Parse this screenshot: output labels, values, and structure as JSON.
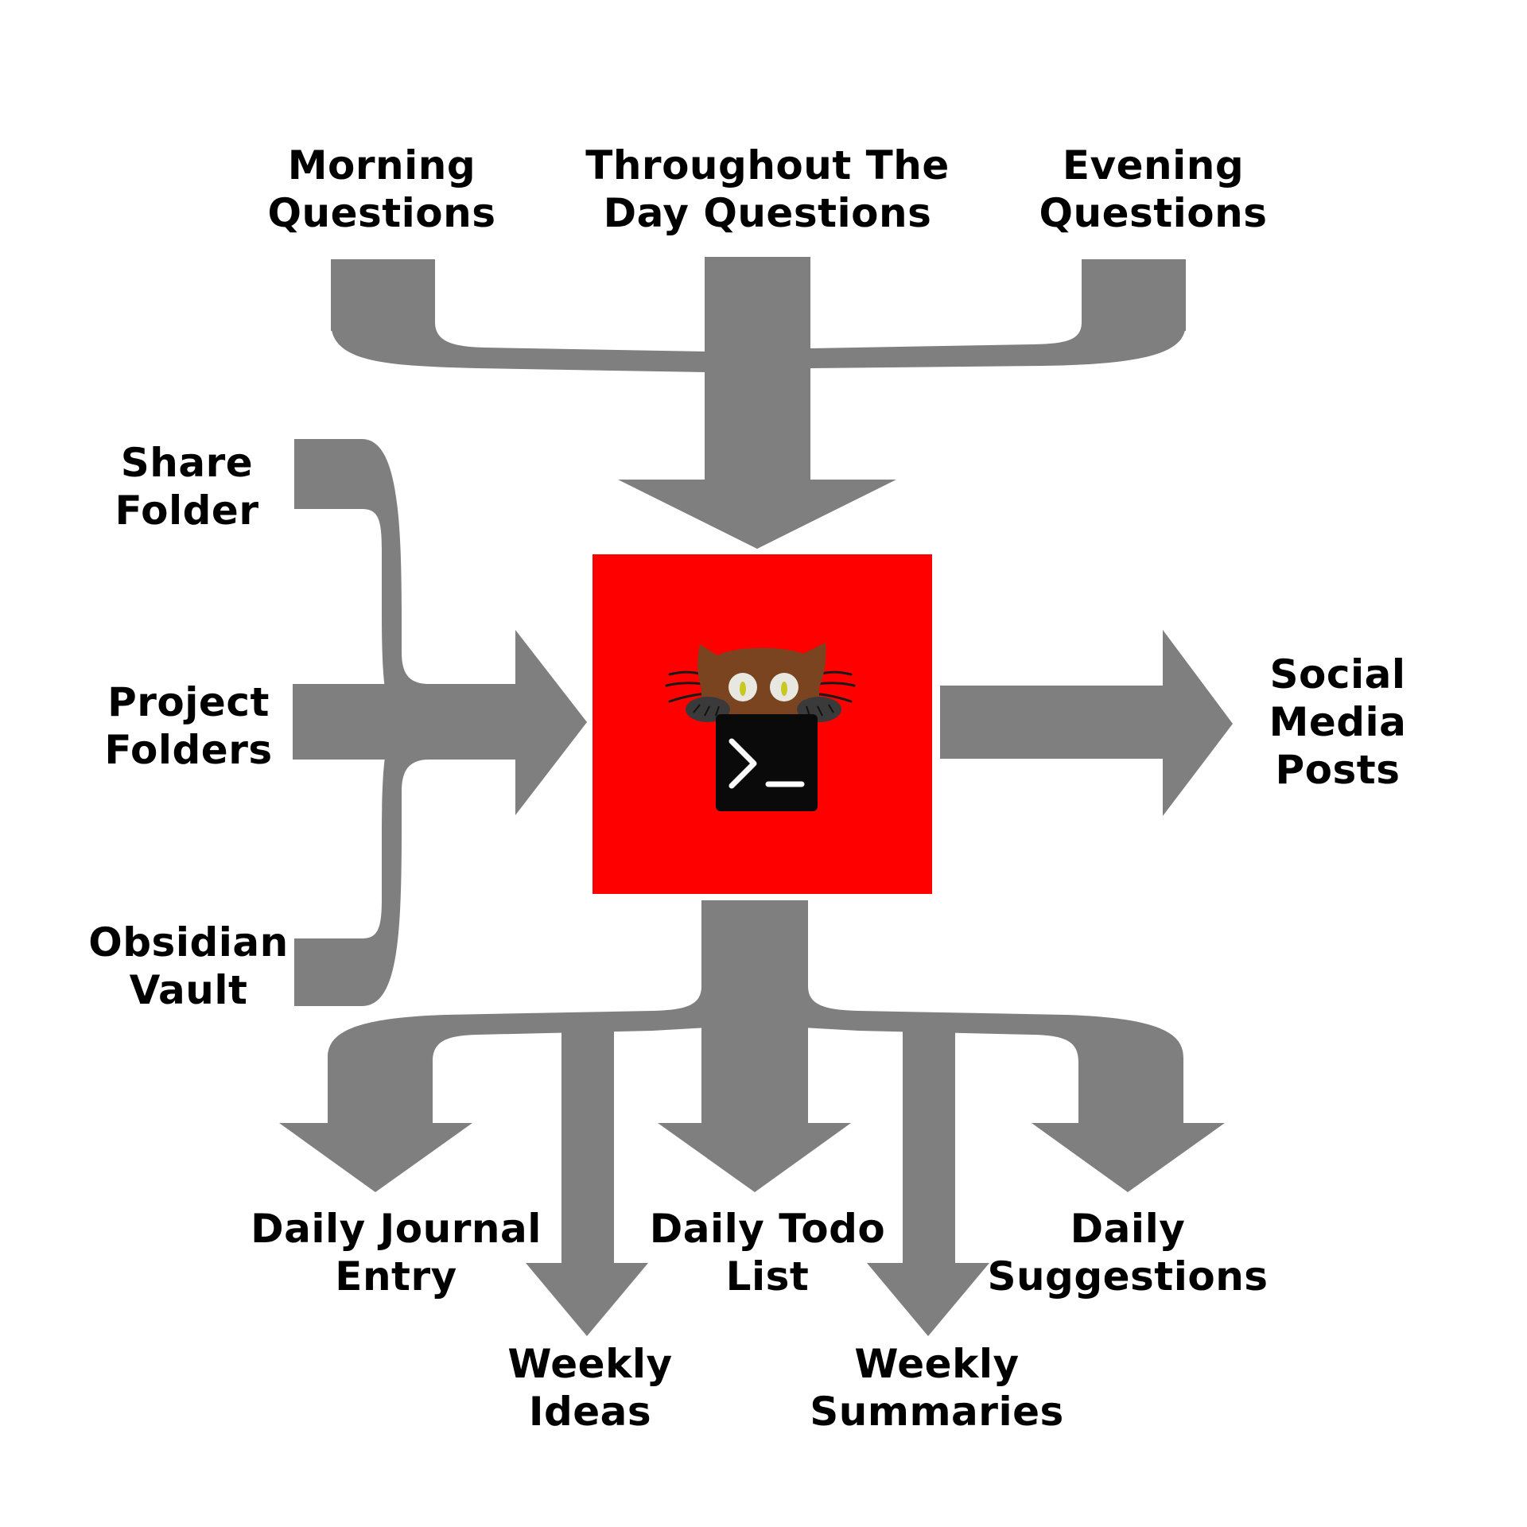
{
  "colors": {
    "background": "#ffffff",
    "flow_arrows": "#7f7f80",
    "center_box": "#ff0000",
    "terminal": "#0a0a0a",
    "mascot_fur": "#7a4420",
    "mascot_eyes": "#c8c820",
    "text": "#000000"
  },
  "center": {
    "icon": "cat-peeking-over-terminal-icon",
    "terminal_prompt_icon": "terminal-prompt-icon"
  },
  "inputs_top": [
    {
      "line1": "Morning",
      "line2": "Questions"
    },
    {
      "line1": "Throughout The",
      "line2": "Day Questions"
    },
    {
      "line1": "Evening",
      "line2": "Questions"
    }
  ],
  "inputs_left": [
    {
      "line1": "Share",
      "line2": "Folder"
    },
    {
      "line1": "Project",
      "line2": "Folders"
    },
    {
      "line1": "Obsidian",
      "line2": "Vault"
    }
  ],
  "output_right": {
    "line1": "Social",
    "line2": "Media",
    "line3": "Posts"
  },
  "outputs_bottom": [
    {
      "line1": "Daily Journal",
      "line2": "Entry"
    },
    {
      "line1": "Weekly",
      "line2": "Ideas"
    },
    {
      "line1": "Daily Todo",
      "line2": "List"
    },
    {
      "line1": "Weekly",
      "line2": "Summaries"
    },
    {
      "line1": "Daily",
      "line2": "Suggestions"
    }
  ]
}
